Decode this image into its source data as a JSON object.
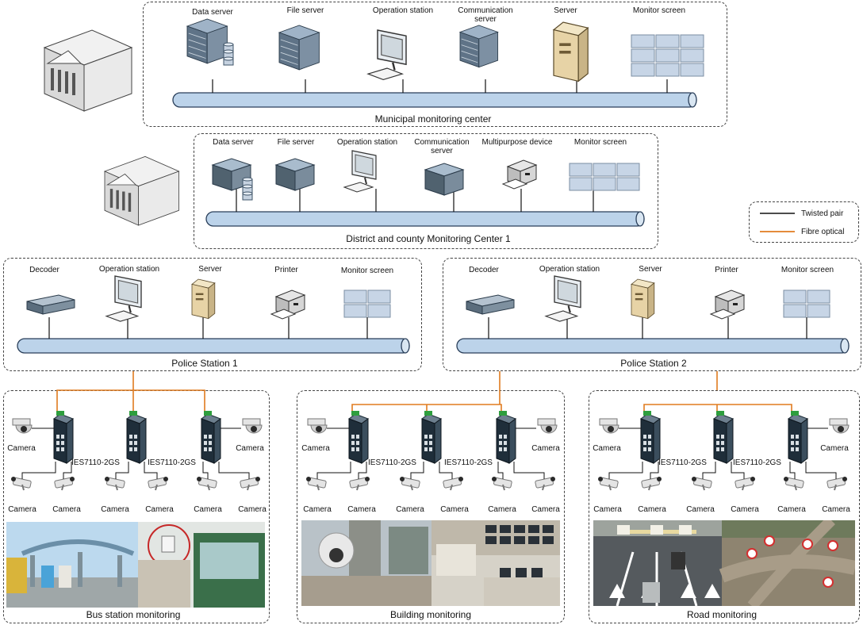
{
  "legend": {
    "twisted": "Twisted pair",
    "fibre": "Fibre optical"
  },
  "colors": {
    "fibre": "#e07b1f",
    "bus_fill": "#bcd3ea",
    "bus_stroke": "#2a3f5a"
  },
  "municipal": {
    "title": "Municipal monitoring center",
    "devices": [
      "Data server",
      "File server",
      "Operation station",
      "Communication server",
      "Server",
      "Monitor screen"
    ]
  },
  "district": {
    "title": "District and county Monitoring Center 1",
    "devices": [
      "Data server",
      "File server",
      "Operation station",
      "Communication server",
      "Multipurpose device",
      "Monitor screen"
    ]
  },
  "police1": {
    "title": "Police Station 1",
    "devices": [
      "Decoder",
      "Operation station",
      "Server",
      "Printer",
      "Monitor screen"
    ]
  },
  "police2": {
    "title": "Police Station 2",
    "devices": [
      "Decoder",
      "Operation station",
      "Server",
      "Printer",
      "Monitor screen"
    ]
  },
  "switch_model": "IES7110-2GS",
  "camera_label": "Camera",
  "sites": [
    {
      "caption": "Bus station monitoring"
    },
    {
      "caption": "Building monitoring"
    },
    {
      "caption": "Road monitoring"
    }
  ]
}
